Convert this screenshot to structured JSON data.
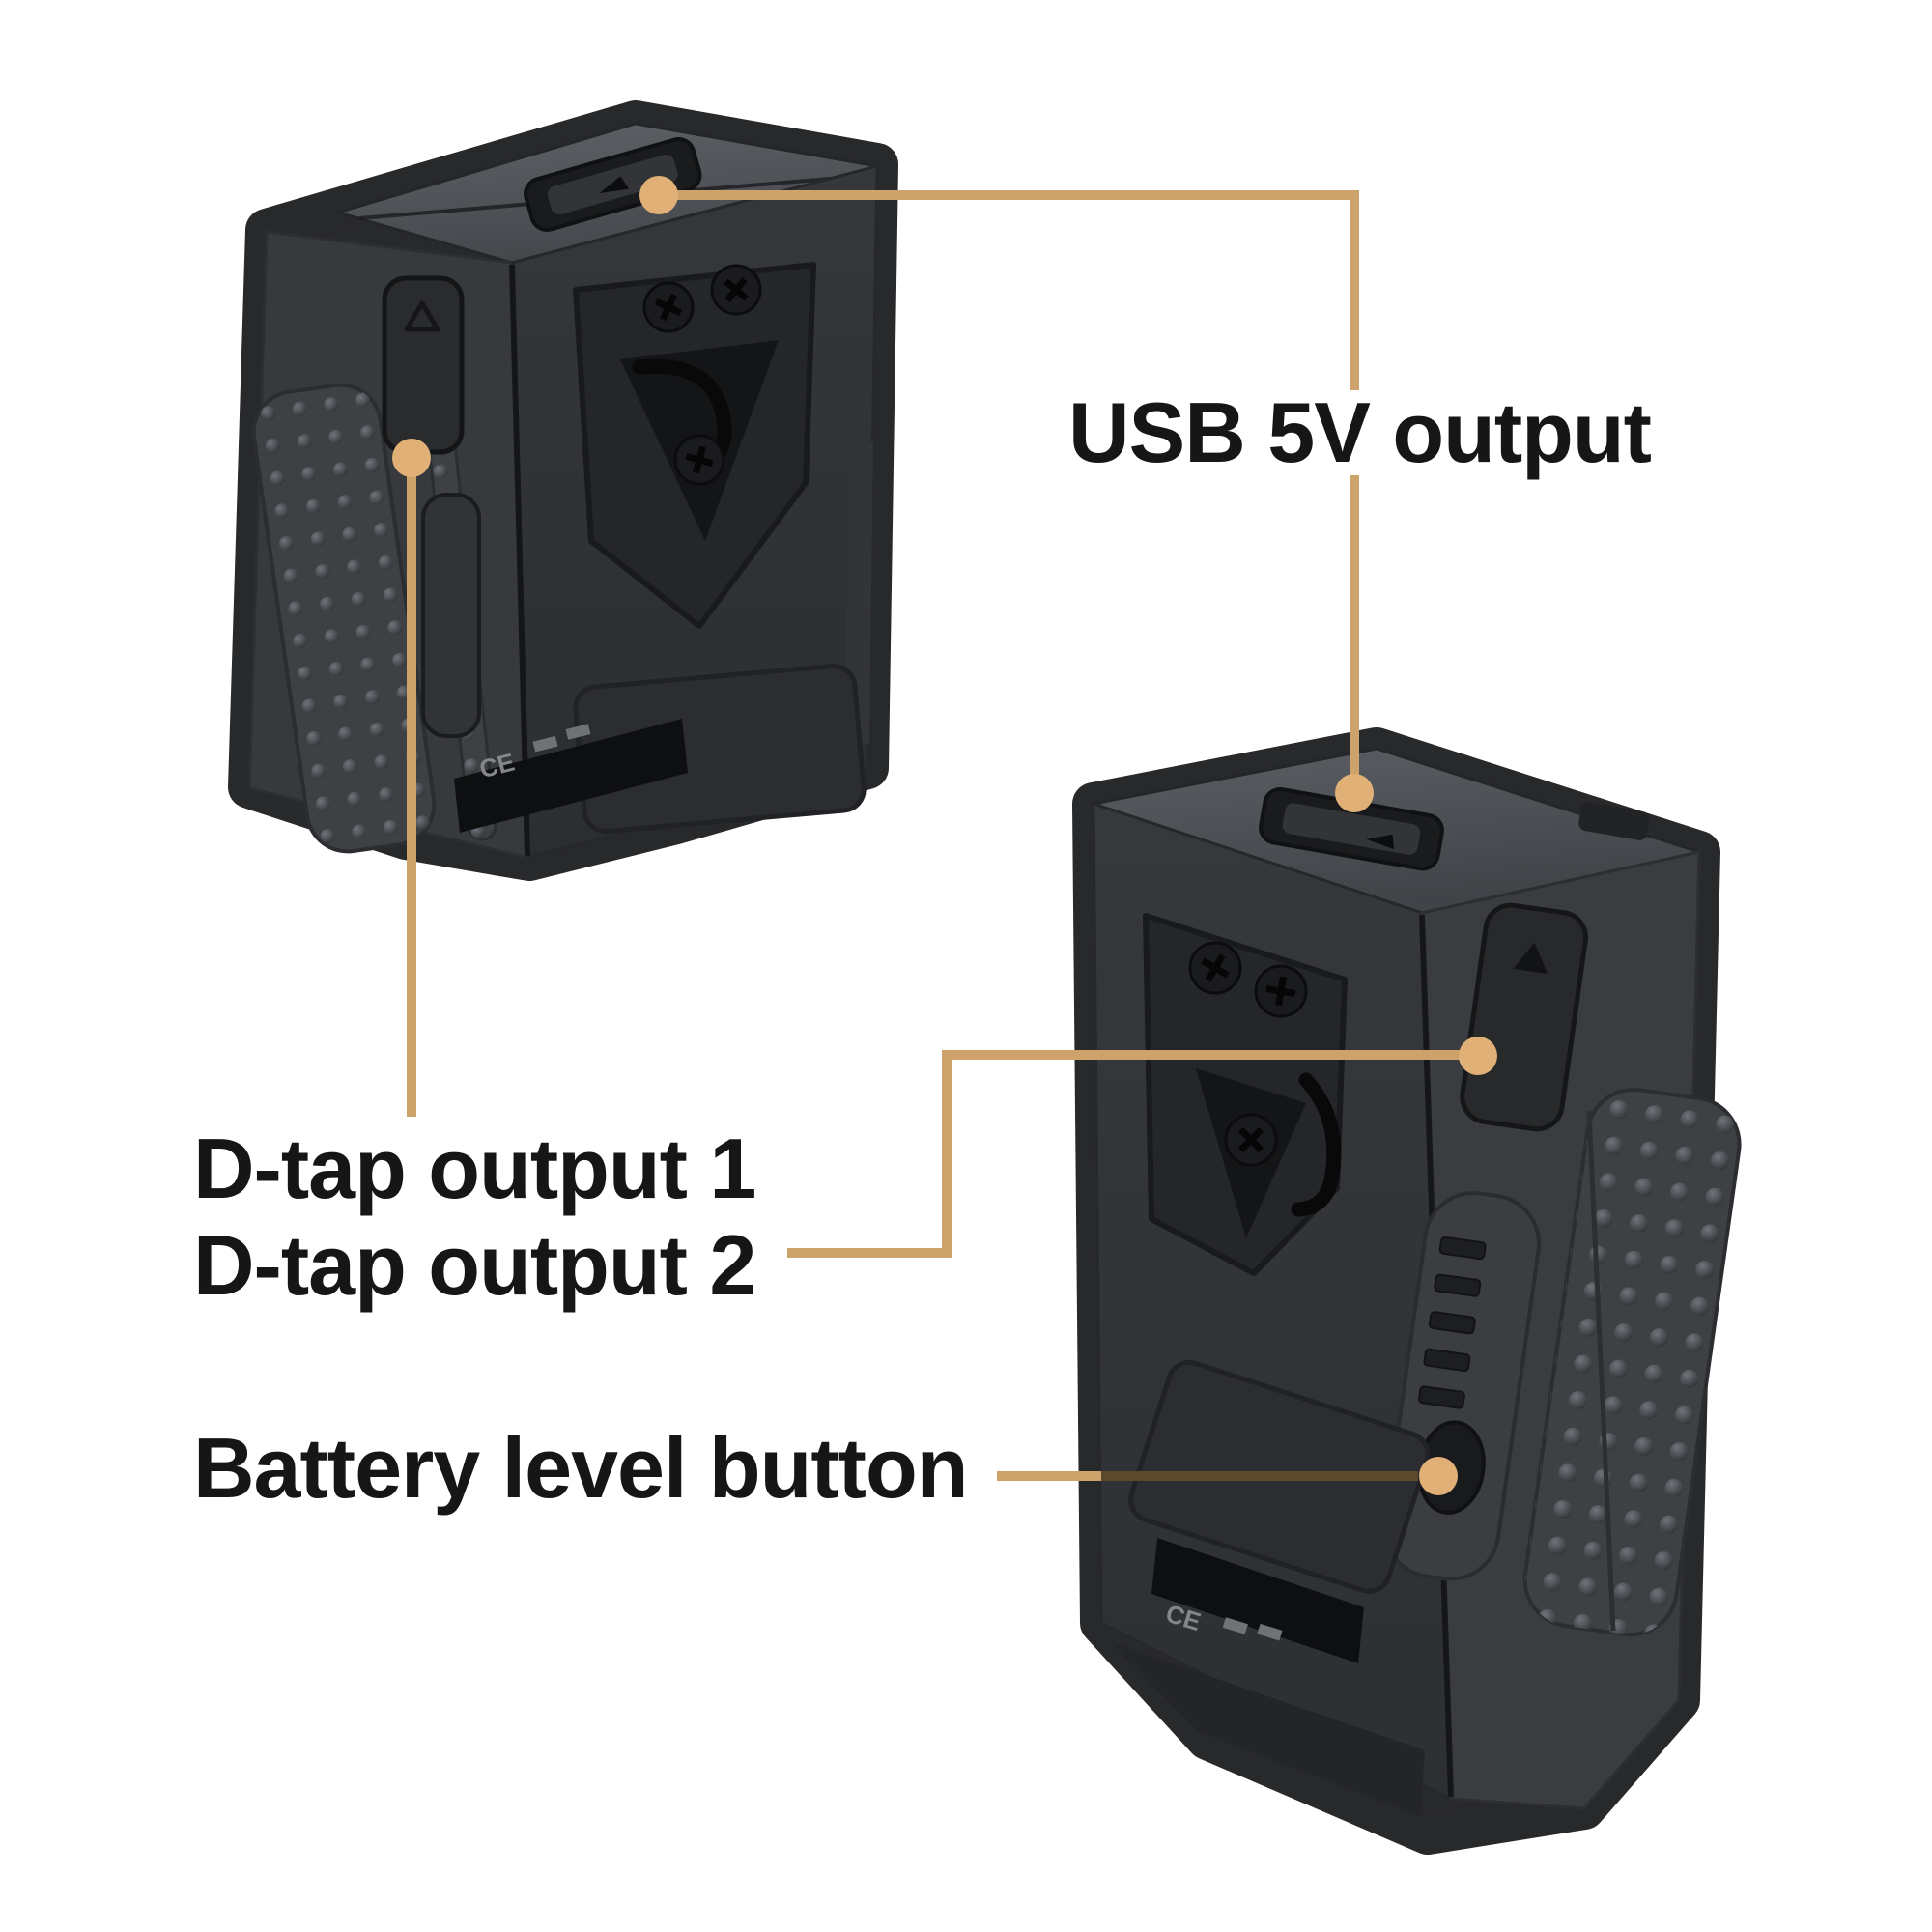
{
  "image": {
    "type": "product-annotation-diagram",
    "background": "#FFFFFF",
    "subject": "Two mini V-mount batteries shown from rear three-quarter views with callout labels"
  },
  "annotations": {
    "usb": {
      "label": "USB 5V output"
    },
    "dtap": {
      "line1": "D-tap output 1",
      "line2": "D-tap output 2"
    },
    "battery_level": {
      "label": "Battery level button"
    }
  },
  "marks": {
    "cert_mark": "CE"
  },
  "batteries": [
    {
      "alt": "battery seen from upper-left: top USB latch, side D-tap covers, dotted grip, V-mount plate with screws"
    },
    {
      "alt": "battery seen from lower-right: top USB latch, D-tap cover, LED level window, battery level button, dotted grip, V-mount plate with screws"
    }
  ],
  "colors": {
    "callout_line": "#CEA36B",
    "callout_line_shaded": "#5C482B",
    "callout_dot": "#E0B077",
    "label_text": "#161616",
    "battery_body": "#2A2B2E",
    "background": "#FFFFFF"
  }
}
